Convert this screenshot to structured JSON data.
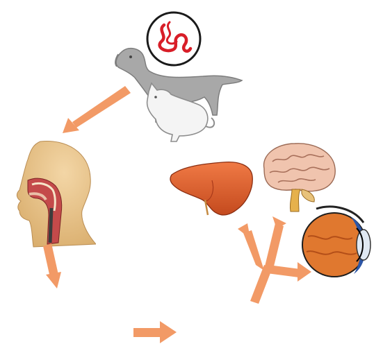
{
  "diagram": {
    "type": "transmission-cycle",
    "colors": {
      "arrow": "#f29a66",
      "parasite": "#d81e28",
      "animal_gray": "#a8a8a8",
      "skin": "#e8c48a",
      "liver": "#e0602d",
      "brain": "#e9b8a3",
      "eye_iris": "#2d56a6",
      "eye_orange": "#e0782f"
    },
    "nodes": [
      {
        "id": "parasite",
        "icon": "parasite-worm-icon"
      },
      {
        "id": "host-animals",
        "icon": "dog-cat-icon"
      },
      {
        "id": "human",
        "icon": "human-head-cross-section-icon"
      },
      {
        "id": "liver",
        "icon": "liver-icon"
      },
      {
        "id": "brain",
        "icon": "brain-icon"
      },
      {
        "id": "eye",
        "icon": "eye-icon"
      }
    ],
    "flow": [
      {
        "from": "host-animals",
        "to": "human"
      },
      {
        "from": "human",
        "to": "intestine"
      },
      {
        "from": "intestine",
        "to": "bloodstream"
      },
      {
        "from": "bloodstream",
        "to": "liver"
      },
      {
        "from": "bloodstream",
        "to": "brain"
      },
      {
        "from": "bloodstream",
        "to": "eye"
      }
    ]
  }
}
